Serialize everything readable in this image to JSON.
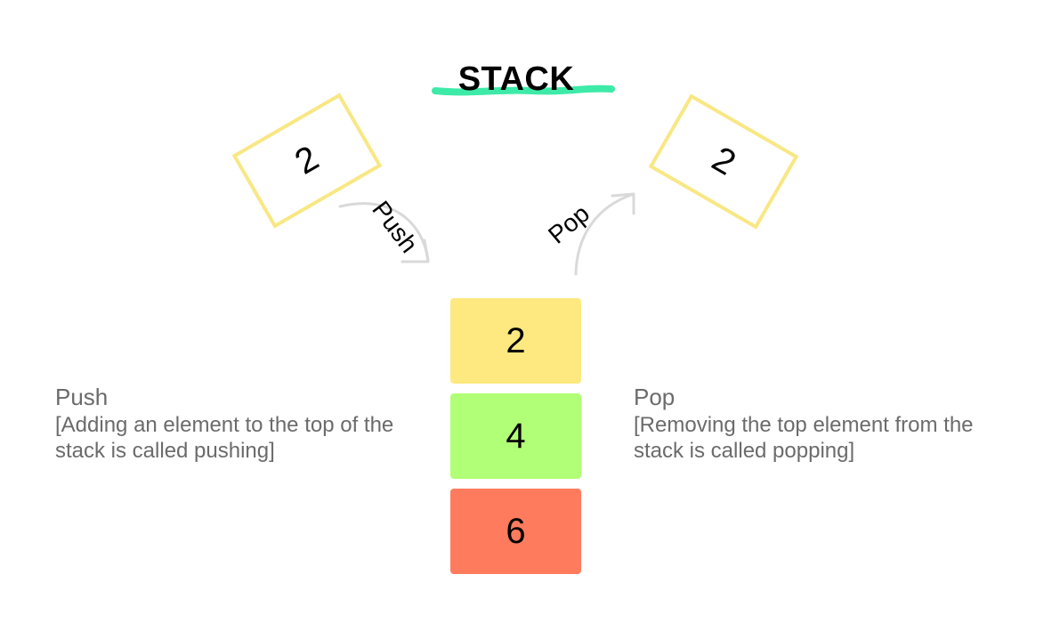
{
  "title": "STACK",
  "pushed_element": "2",
  "popped_element": "2",
  "push_arrow_label": "Push",
  "pop_arrow_label": "Pop",
  "stack": [
    {
      "value": "2",
      "color": "#fee880"
    },
    {
      "value": "4",
      "color": "#b1ff76"
    },
    {
      "value": "6",
      "color": "#ff7b5e"
    }
  ],
  "push_description": {
    "heading": "Push",
    "line1": "[Adding an element to the top of the",
    "line2": "stack is called pushing]"
  },
  "pop_description": {
    "heading": "Pop",
    "line1": "[Removing the top element from the",
    "line2": "stack is called popping]"
  },
  "colors": {
    "title_underline": "#3eeaa8",
    "card_border": "#f8e784",
    "arrow": "#d9d9d9",
    "description_text": "#6b6b6b"
  }
}
